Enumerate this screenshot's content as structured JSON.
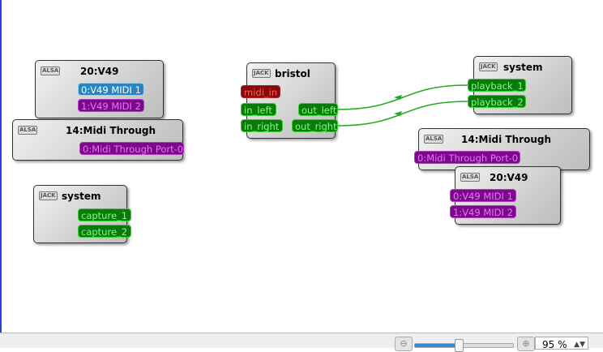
{
  "colors": {
    "audio_port": "#0b7a0b",
    "midi_port": "#7a0a8a",
    "selected_port": "#2a84c0",
    "unconnected_midi_in": "#8a0a0a",
    "connection": "#22aa22"
  },
  "left_nodes": [
    {
      "badge": "ALSA",
      "title": "20:V49",
      "ports": [
        "0:V49 MIDI 1",
        "1:V49 MIDI 2"
      ]
    },
    {
      "badge": "ALSA",
      "title": "14:Midi Through",
      "ports": [
        "0:Midi Through Port-0"
      ]
    },
    {
      "badge": "JACK",
      "title": "system",
      "ports": [
        "capture_1",
        "capture_2"
      ]
    }
  ],
  "bristol": {
    "badge": "JACK",
    "title": "bristol",
    "inputs": [
      "midi_in",
      "in_left",
      "in_right"
    ],
    "outputs": [
      "out_left",
      "out_right"
    ]
  },
  "right_nodes": [
    {
      "badge": "JACK",
      "title": "system",
      "ports": [
        "playback_1",
        "playback_2"
      ]
    },
    {
      "badge": "ALSA",
      "title": "14:Midi Through",
      "ports": [
        "0:Midi Through Port-0"
      ]
    },
    {
      "badge": "ALSA",
      "title": "20:V49",
      "ports": [
        "0:V49 MIDI 1",
        "1:V49 MIDI 2"
      ]
    }
  ],
  "connections": [
    [
      "out_left",
      "playback_1"
    ],
    [
      "out_right",
      "playback_2"
    ]
  ],
  "statusbar": {
    "zoom_out_icon": "zoom-out-icon",
    "zoom_in_icon": "zoom-in-icon",
    "zoom_value": "95 %",
    "zoom_percent": 95,
    "spin_arrow": "▲▼"
  }
}
